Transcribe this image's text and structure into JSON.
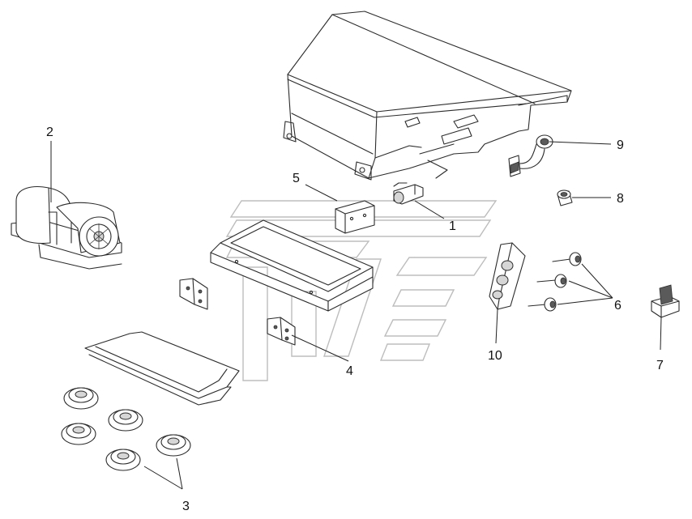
{
  "diagram": {
    "callouts": [
      {
        "id": "1",
        "text": "1"
      },
      {
        "id": "2",
        "text": "2"
      },
      {
        "id": "3",
        "text": "3"
      },
      {
        "id": "4",
        "text": "4"
      },
      {
        "id": "5",
        "text": "5"
      },
      {
        "id": "6",
        "text": "6"
      },
      {
        "id": "7",
        "text": "7"
      },
      {
        "id": "8",
        "text": "8"
      },
      {
        "id": "9",
        "text": "9"
      },
      {
        "id": "10",
        "text": "10"
      }
    ],
    "colors": {
      "line": "#2b2b2b",
      "watermark": "#bdbdbd",
      "background": "#ffffff"
    }
  }
}
